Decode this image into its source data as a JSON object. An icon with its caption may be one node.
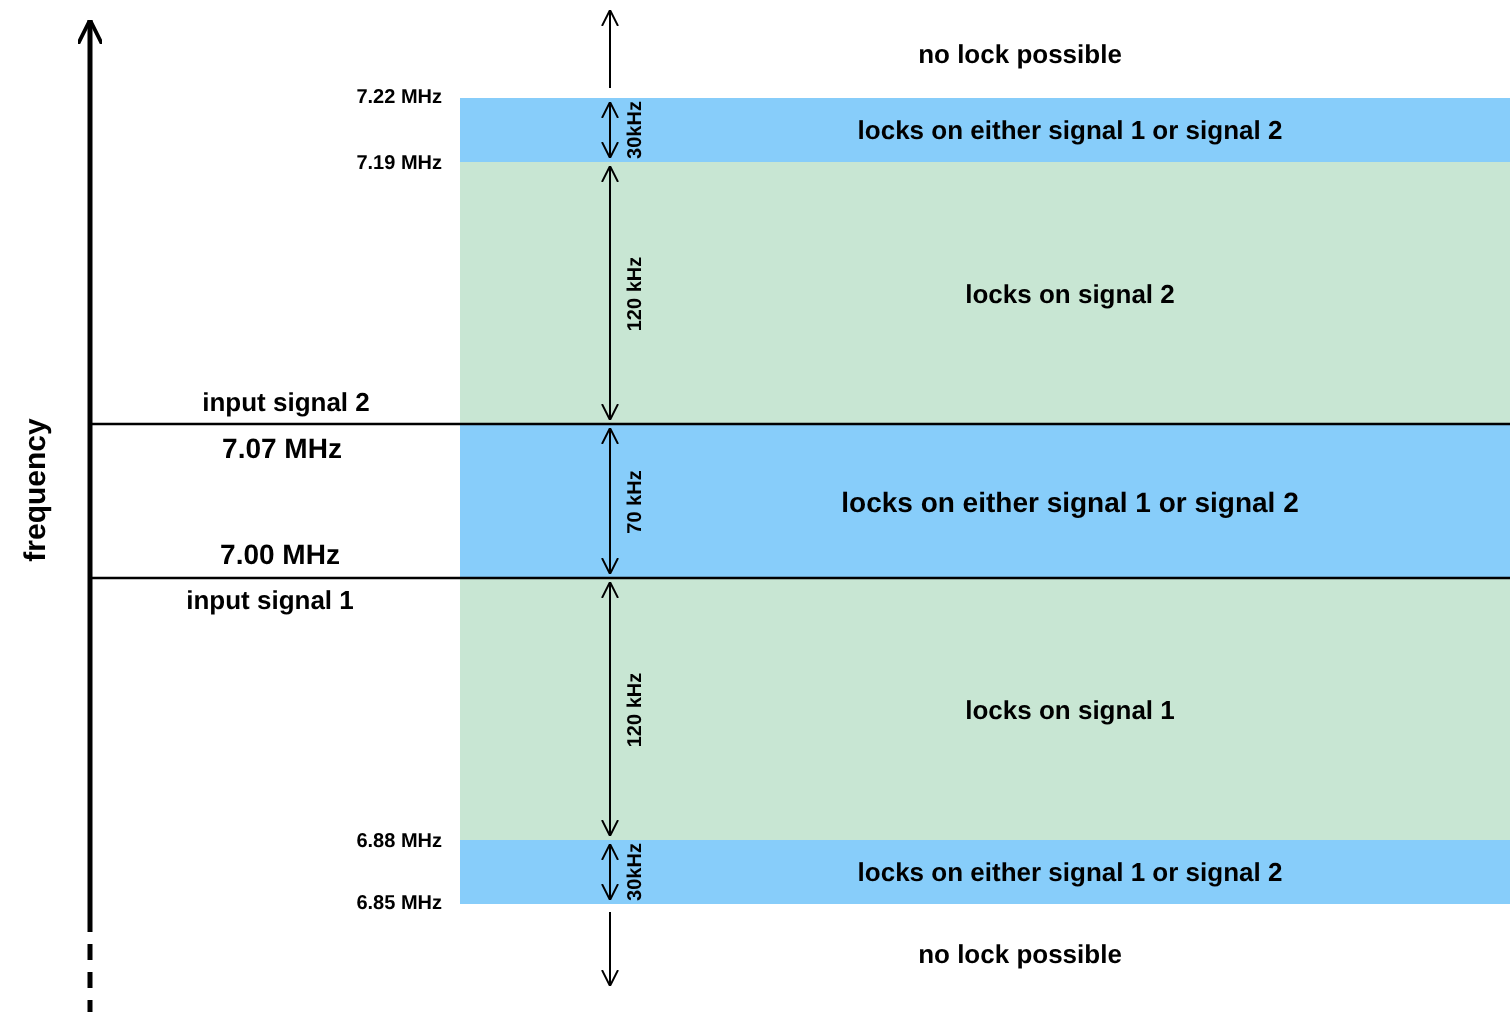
{
  "diagram": {
    "nodes": [
      {
        "text": [
          "30kHz",
          "locks on either signal 1 or signal 2"
        ]
      },
      {
        "text": [
          "120 kHz",
          "locks on signal 2"
        ]
      },
      {
        "text": [
          "70 kHz",
          "locks on either signal 1 or signal 2"
        ]
      },
      {
        "text": [
          "120 kHz",
          "locks on signal 1"
        ]
      },
      {
        "text": [
          "30kHz",
          "locks on either signal 1 or signal 2"
        ]
      }
    ],
    "labels": [
      "no lock possible",
      "7.22 MHz",
      "7.19 MHz",
      "input signal 2",
      "7.07 MHz",
      "7.00 MHz",
      "input signal 1",
      "6.88 MHz",
      "6.85 MHz",
      "no lock possible",
      "frequency"
    ]
  }
}
